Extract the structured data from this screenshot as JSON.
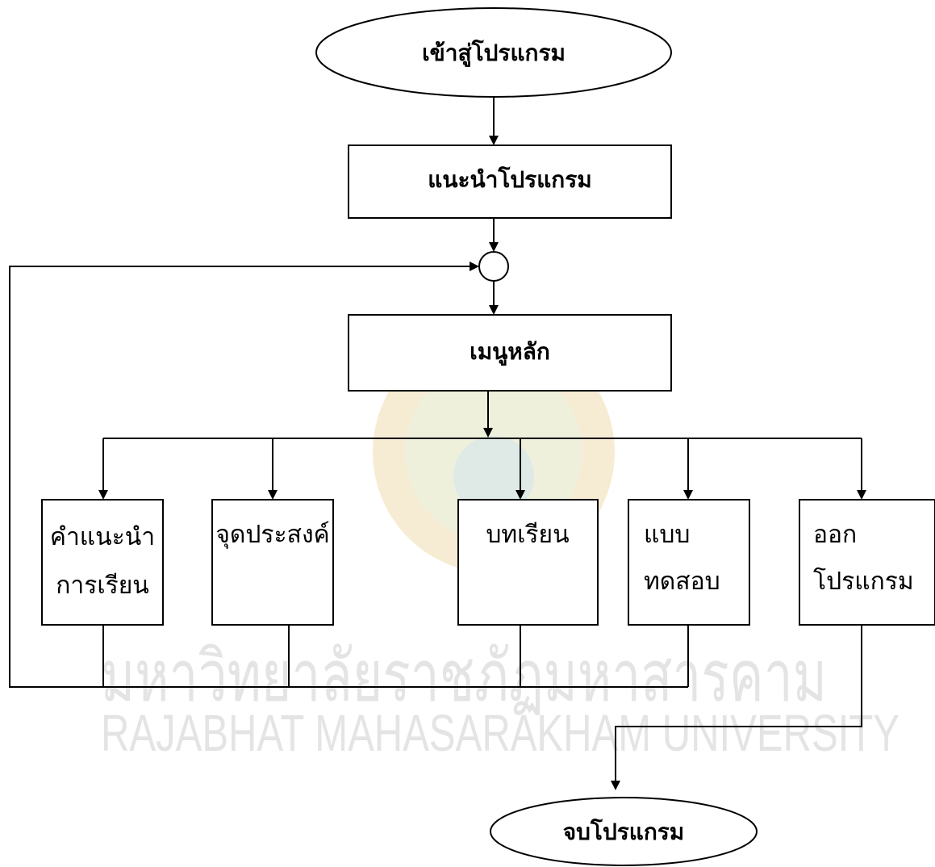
{
  "nodes": {
    "start": "เข้าสู่โปรแกรม",
    "intro": "แนะนำโปรแกรม",
    "main_menu": "เมนูหลัก",
    "learning_guide": [
      "คำแนะนำ",
      "การเรียน"
    ],
    "objectives": "จุดประสงค์",
    "lessons": "บทเรียน",
    "test": [
      "แบบ",
      "ทดสอบ"
    ],
    "exit": [
      "ออก",
      "โปรแกรม"
    ],
    "end": "จบโปรแกรม"
  },
  "watermark": {
    "thai": "มหาวิทยาลัยราชภัฏมหาสารคาม",
    "english": "RAJABHAT MAHASARAKHAM UNIVERSITY",
    "color": "#e4e4e4",
    "seal_color": "#f3e6c8"
  }
}
